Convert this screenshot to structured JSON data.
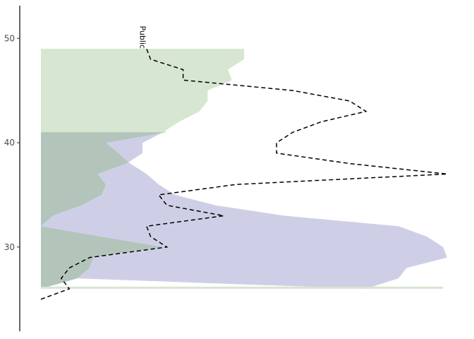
{
  "chart_data": {
    "type": "area",
    "orientation": "horizontal",
    "title": "",
    "xlabel": "",
    "ylabel": "",
    "ylim": [
      22,
      53
    ],
    "xlim": [
      0,
      100
    ],
    "y_ticks": [
      30,
      40,
      50
    ],
    "grid": false,
    "legend": "none",
    "series": [
      {
        "color": "#b3c5bb",
        "kind": "area",
        "points": [
          {
            "y": 26,
            "x": 0
          },
          {
            "y": 27,
            "x": 9
          },
          {
            "y": 28,
            "x": 12
          },
          {
            "y": 29,
            "x": 13
          },
          {
            "y": 30,
            "x": 30
          },
          {
            "y": 31,
            "x": 15
          },
          {
            "y": 32,
            "x": 0
          },
          {
            "y": 33,
            "x": 3
          },
          {
            "y": 34,
            "x": 10
          },
          {
            "y": 35,
            "x": 15
          },
          {
            "y": 36,
            "x": 16
          },
          {
            "y": 37,
            "x": 14
          },
          {
            "y": 38,
            "x": 21
          },
          {
            "y": 39,
            "x": 25
          },
          {
            "y": 40,
            "x": 25
          },
          {
            "y": 41,
            "x": 30
          },
          {
            "y": 42,
            "x": 28
          },
          {
            "y": 43,
            "x": 21
          },
          {
            "y": 44,
            "x": 13
          },
          {
            "y": 45,
            "x": 9
          },
          {
            "y": 46,
            "x": 6
          },
          {
            "y": 47,
            "x": 0
          },
          {
            "y": 48,
            "x": 2
          },
          {
            "y": 49,
            "x": 0
          }
        ]
      },
      {
        "color": "#cecfe7",
        "kind": "area",
        "points": [
          {
            "y": 26,
            "x": 80
          },
          {
            "y": 27,
            "x": 9
          },
          {
            "y": 28,
            "x": 12
          },
          {
            "y": 29,
            "x": 13
          },
          {
            "y": 30,
            "x": 30
          },
          {
            "y": 31,
            "x": 15
          },
          {
            "y": 32,
            "x": 0
          },
          {
            "y": 33,
            "x": 3
          },
          {
            "y": 34,
            "x": 10
          },
          {
            "y": 35,
            "x": 15
          },
          {
            "y": 36,
            "x": 16
          },
          {
            "y": 37,
            "x": 14
          },
          {
            "y": 38,
            "x": 21
          },
          {
            "y": 39,
            "x": 25
          },
          {
            "y": 40,
            "x": 25
          },
          {
            "y": 41,
            "x": 30
          },
          {
            "y": 41.1,
            "x": 30
          }
        ],
        "outer": [
          {
            "y": 26,
            "x": 80
          },
          {
            "y": 27,
            "x": 88
          },
          {
            "y": 28,
            "x": 90
          },
          {
            "y": 29,
            "x": 100
          },
          {
            "y": 30,
            "x": 99
          },
          {
            "y": 31,
            "x": 95
          },
          {
            "y": 32,
            "x": 88
          },
          {
            "y": 33,
            "x": 60
          },
          {
            "y": 34,
            "x": 43
          },
          {
            "y": 35,
            "x": 33
          },
          {
            "y": 36,
            "x": 29
          },
          {
            "y": 37,
            "x": 26
          },
          {
            "y": 38,
            "x": 22
          },
          {
            "y": 39,
            "x": 19
          },
          {
            "y": 40,
            "x": 16
          },
          {
            "y": 41,
            "x": 31
          }
        ]
      },
      {
        "color": "#d6e6d0",
        "kind": "area",
        "points": [
          {
            "y": 26,
            "x": 99
          },
          {
            "y": 41,
            "x": 30
          },
          {
            "y": 42,
            "x": 34
          },
          {
            "y": 43,
            "x": 39
          },
          {
            "y": 44,
            "x": 41
          },
          {
            "y": 45,
            "x": 41
          },
          {
            "y": 46,
            "x": 47
          },
          {
            "y": 47,
            "x": 46
          },
          {
            "y": 48,
            "x": 50
          },
          {
            "y": 49,
            "x": 50
          }
        ]
      },
      {
        "color": "#000000",
        "kind": "dashed-line",
        "points": [
          {
            "y": 25,
            "x": 0
          },
          {
            "y": 26,
            "x": 7
          },
          {
            "y": 27,
            "x": 5
          },
          {
            "y": 28,
            "x": 7
          },
          {
            "y": 29,
            "x": 12
          },
          {
            "y": 30,
            "x": 31
          },
          {
            "y": 31,
            "x": 27
          },
          {
            "y": 32,
            "x": 26
          },
          {
            "y": 33,
            "x": 45
          },
          {
            "y": 34,
            "x": 31
          },
          {
            "y": 35,
            "x": 29
          },
          {
            "y": 36,
            "x": 48
          },
          {
            "y": 37,
            "x": 100
          },
          {
            "y": 38,
            "x": 76
          },
          {
            "y": 39,
            "x": 58
          },
          {
            "y": 40,
            "x": 58
          },
          {
            "y": 41,
            "x": 62
          },
          {
            "y": 42,
            "x": 69
          },
          {
            "y": 43,
            "x": 80
          },
          {
            "y": 44,
            "x": 76
          },
          {
            "y": 45,
            "x": 62
          },
          {
            "y": 46,
            "x": 35
          },
          {
            "y": 47,
            "x": 35
          },
          {
            "y": 48,
            "x": 27
          },
          {
            "y": 49,
            "x": 26
          }
        ]
      }
    ],
    "annotations": [
      {
        "text": "Public",
        "y": 49,
        "x": 24.4,
        "rotation": 90
      }
    ]
  }
}
